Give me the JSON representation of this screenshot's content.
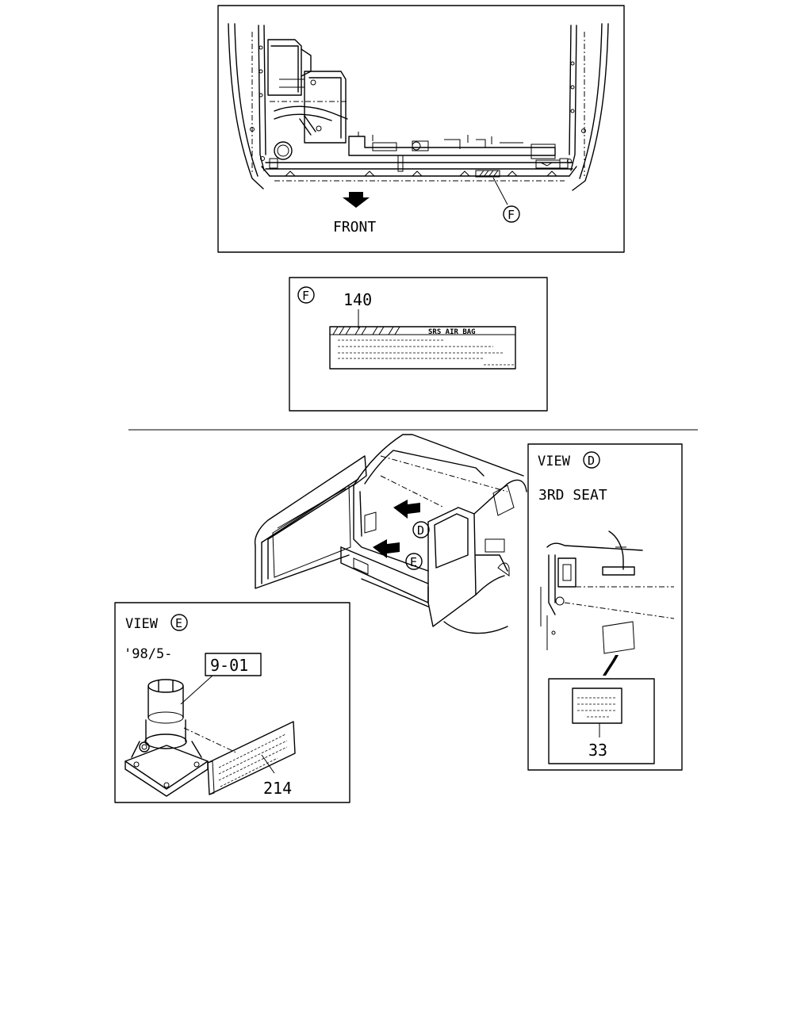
{
  "top_view": {
    "direction_label": "FRONT",
    "callout": "F"
  },
  "detail_f": {
    "callout": "F",
    "part_number": "140",
    "label_title": "SRS AIR BAG"
  },
  "tailgate_view": {
    "callout_d": "D",
    "callout_e": "E"
  },
  "view_d": {
    "heading": "VIEW",
    "callout": "D",
    "subheading": "3RD SEAT",
    "part_number": "33"
  },
  "view_e": {
    "heading": "VIEW",
    "callout": "E",
    "date_code": "'98/5-",
    "reference": "9-01",
    "part_number": "214"
  }
}
